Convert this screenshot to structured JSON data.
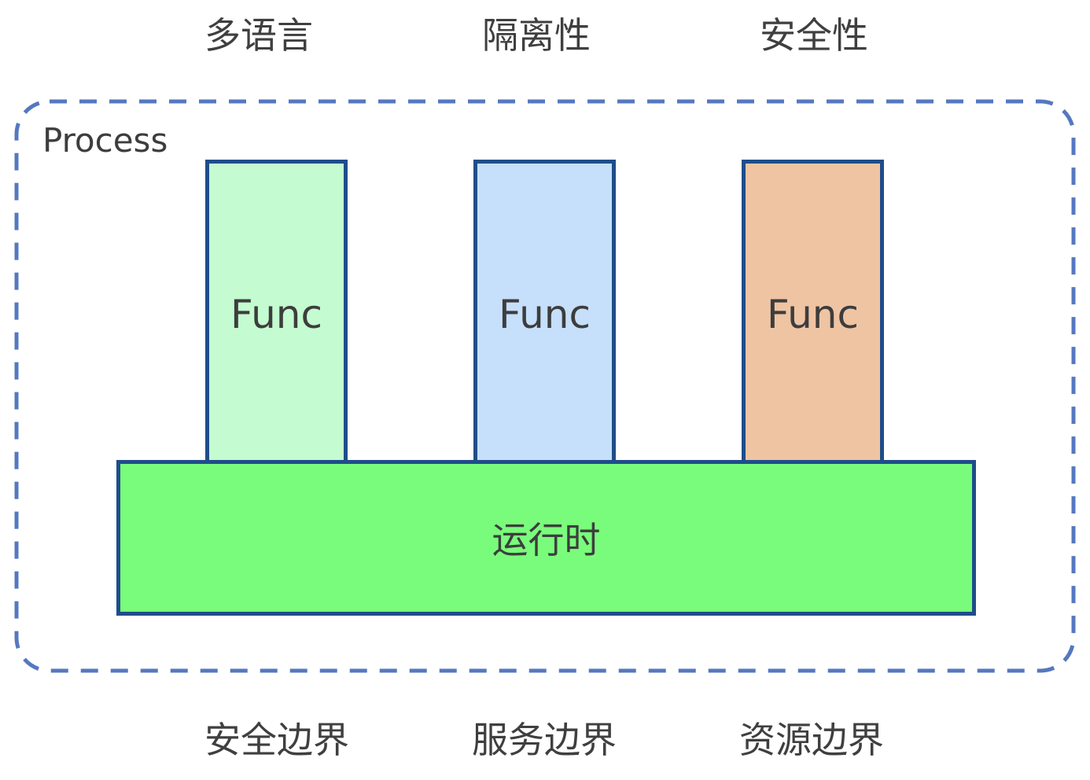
{
  "top_labels": [
    "多语言",
    "隔离性",
    "安全性"
  ],
  "bottom_labels": [
    "安全边界",
    "服务边界",
    "资源边界"
  ],
  "process": {
    "label": "Process",
    "border_color": "#5578bf"
  },
  "funcs": [
    {
      "label": "Func",
      "color": "#c4fbd0"
    },
    {
      "label": "Func",
      "color": "#c6dffb"
    },
    {
      "label": "Func",
      "color": "#efc4a3"
    }
  ],
  "runtime": {
    "label": "运行时",
    "color": "#79fc7b"
  },
  "border_color": "#1f4d8a"
}
